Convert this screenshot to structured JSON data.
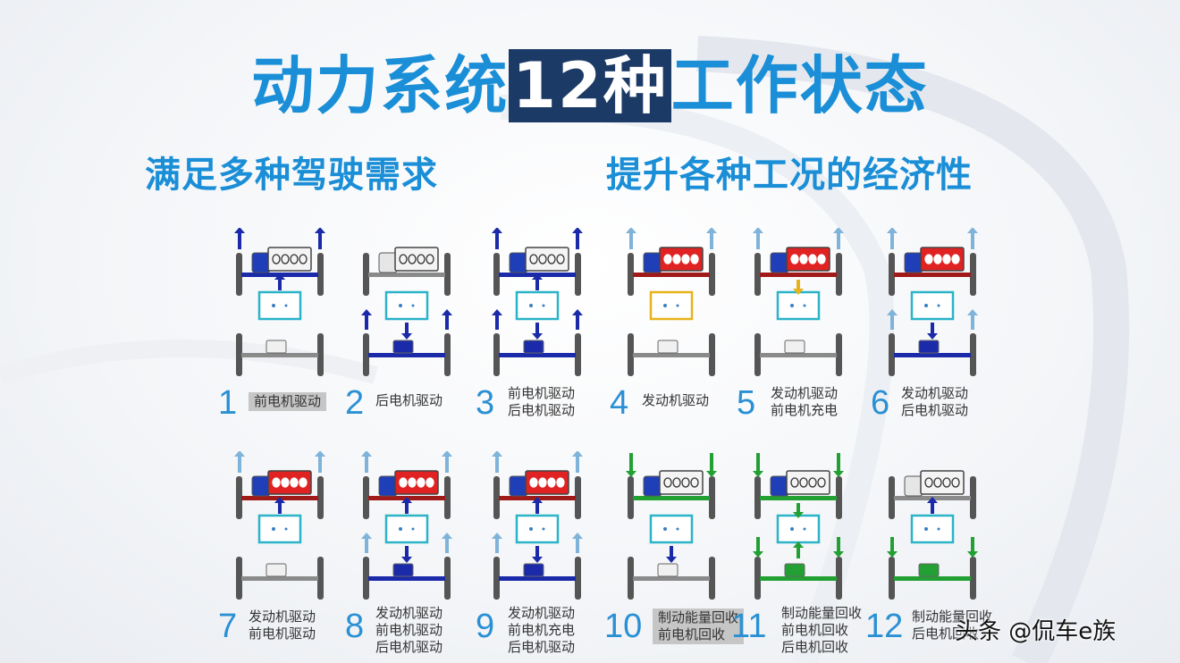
{
  "title": {
    "before": "动力系统",
    "highlight": "12种",
    "after": "工作状态"
  },
  "subtitles": {
    "left": "满足多种驾驶需求",
    "right": "提升各种工况的经济性"
  },
  "colors": {
    "accent": "#1a8ed6",
    "highlight_bg": "#1c3a66",
    "drive_blue": "#1a2aa8",
    "engine_red": "#e02222",
    "regen_green": "#22a033",
    "charge_yellow": "#e8b21a"
  },
  "modes": [
    {
      "number": "1",
      "lines": [
        "前电机驱动"
      ],
      "boxed": true
    },
    {
      "number": "2",
      "lines": [
        "后电机驱动"
      ]
    },
    {
      "number": "3",
      "lines": [
        "前电机驱动",
        "后电机驱动"
      ]
    },
    {
      "number": "4",
      "lines": [
        "发动机驱动"
      ]
    },
    {
      "number": "5",
      "lines": [
        "发动机驱动",
        "前电机充电"
      ]
    },
    {
      "number": "6",
      "lines": [
        "发动机驱动",
        "后电机驱动"
      ]
    },
    {
      "number": "7",
      "lines": [
        "发动机驱动",
        "前电机驱动"
      ]
    },
    {
      "number": "8",
      "lines": [
        "发动机驱动",
        "前电机驱动",
        "后电机驱动"
      ]
    },
    {
      "number": "9",
      "lines": [
        "发动机驱动",
        "前电机充电",
        "后电机驱动"
      ]
    },
    {
      "number": "10",
      "lines": [
        "制动能量回收",
        "前电机回收"
      ],
      "boxed": true
    },
    {
      "number": "11",
      "lines": [
        "制动能量回收",
        "前电机回收",
        "后电机回收"
      ]
    },
    {
      "number": "12",
      "lines": [
        "制动能量回收",
        "后电机回收"
      ]
    }
  ],
  "watermark": "头条 @侃车e族"
}
